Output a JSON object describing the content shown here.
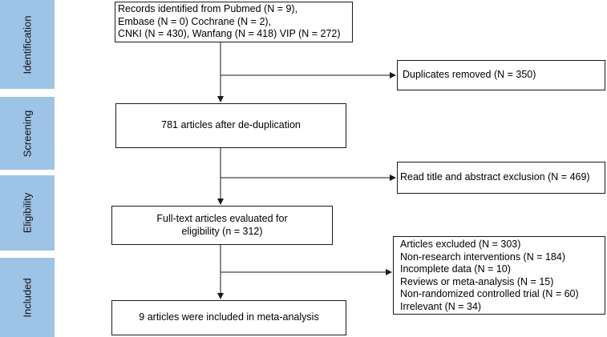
{
  "phases": {
    "identification": "Identification",
    "screening": "Screening",
    "eligibility": "Eligibility",
    "included": "Included"
  },
  "boxes": {
    "records": {
      "lines": [
        "Records identified from Pubmed (N = 9),",
        "Embase (N = 0) Cochrane (N = 2),",
        "CNKI (N = 430), Wanfang (N = 418) VIP (N = 272)"
      ]
    },
    "duplicates": "Duplicates removed (N = 350)",
    "after_dedup": "781 articles after de-duplication",
    "title_abstract": "Read title and abstract exclusion (N = 469)",
    "fulltext": {
      "lines": [
        "Full-text articles evaluated for",
        "eligibility (n = 312)"
      ]
    },
    "excluded": {
      "lines": [
        "Articles excluded (N = 303)",
        "Non-research interventions (N = 184)",
        "Incomplete data (N = 10)",
        "Reviews or meta-analysis (N = 15)",
        "Non-randomized controlled trial (N = 60)",
        "Irrelevant (N = 34)"
      ]
    },
    "included": "9 articles were included in meta-analysis"
  },
  "colors": {
    "phase_fill": "#9dc3e6",
    "box_border": "#1a1a1a",
    "arrow": "#1a1a1a"
  }
}
